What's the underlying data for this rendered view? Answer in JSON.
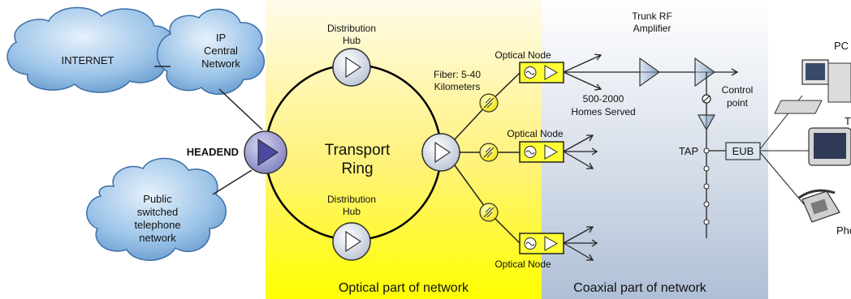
{
  "clouds": {
    "internet": "INTERNET",
    "ip_central": [
      "IP",
      "Central",
      "Network"
    ],
    "pstn": [
      "Public",
      "switched",
      "telephone",
      "network"
    ]
  },
  "headend": "HEADEND",
  "ring": [
    "Transport",
    "Ring"
  ],
  "distribution_hub_top": [
    "Distribution",
    "Hub"
  ],
  "distribution_hub_bottom": [
    "Distribution",
    "Hub"
  ],
  "fiber_label": [
    "Fiber: 5-40",
    "Kilometers"
  ],
  "optical_node_labels": [
    "Optical Node",
    "Optical Node",
    "Optical Node"
  ],
  "homes_served": [
    "500-2000",
    "Homes Served"
  ],
  "trunk_amp": [
    "Trunk RF",
    "Amplifier"
  ],
  "control_point": [
    "Control",
    "point"
  ],
  "tap": "TAP",
  "eub": "EUB",
  "devices": {
    "pc": "PC",
    "tv": "TV",
    "phone": "Phone"
  },
  "regions": {
    "optical": "Optical part of network",
    "coaxial": "Coaxial part of network"
  },
  "colors": {
    "optical_bg": "#ffff00",
    "coaxial_bg": "#b4c3d8",
    "headend": "#5a5aa8",
    "cloud": "#6fa3d6",
    "node_box": "#ffff33"
  }
}
